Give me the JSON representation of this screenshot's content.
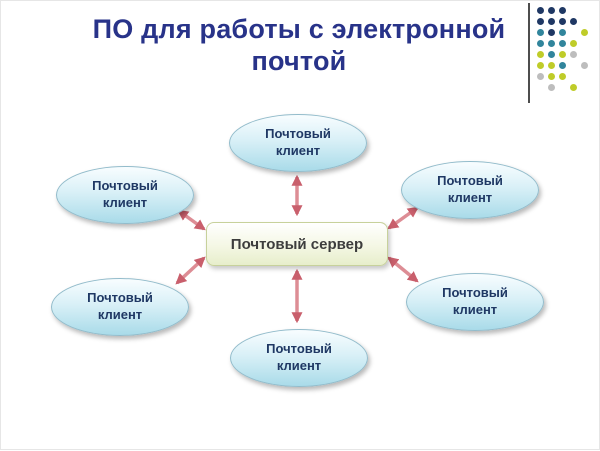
{
  "slide": {
    "title": "ПО для работы с электронной почтой"
  },
  "diagram": {
    "server_label": "Почтовый сервер",
    "clients": [
      {
        "label": "Почтовый клиент"
      },
      {
        "label": "Почтовый клиент"
      },
      {
        "label": "Почтовый клиент"
      },
      {
        "label": "Почтовый клиент"
      },
      {
        "label": "Почтовый клиент"
      },
      {
        "label": "Почтовый клиент"
      }
    ]
  },
  "decoration": {
    "palette": {
      "navy": "#1f3864",
      "teal": "#31859c",
      "yellow": "#bfcc29",
      "gray": "#bdbdbd"
    },
    "dots": [
      [
        "navy",
        "navy",
        "navy",
        null,
        null
      ],
      [
        "navy",
        "navy",
        "navy",
        "navy",
        null
      ],
      [
        "teal",
        "navy",
        "teal",
        null,
        "yellow"
      ],
      [
        "teal",
        "teal",
        "teal",
        "yellow",
        null
      ],
      [
        "yellow",
        "teal",
        "yellow",
        "gray",
        null
      ],
      [
        "yellow",
        "yellow",
        "teal",
        null,
        "gray"
      ],
      [
        "gray",
        "yellow",
        "yellow",
        null,
        null
      ],
      [
        null,
        "gray",
        null,
        "yellow",
        null
      ]
    ]
  },
  "colors": {
    "title": "#283389",
    "arrow": "#c95f6c",
    "arrow_light": "#dd8d95",
    "ellipse_fill_bottom": "#a9dbe9",
    "server_fill_bottom": "#e7eecb",
    "node_text": "#1f3864"
  }
}
